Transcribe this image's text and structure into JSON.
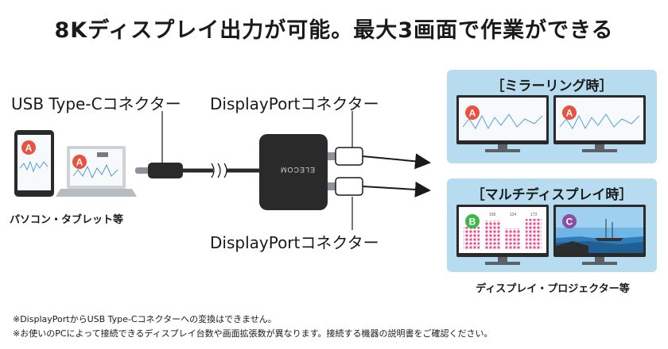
{
  "headline": "8Kディスプレイ出力が可能。最大3画面で作業ができる",
  "labels": {
    "usbc": "USB Type-Cコネクター",
    "dp_top": "DisplayPortコネクター",
    "dp_bottom": "DisplayPortコネクター",
    "source": "パソコン・タブレット等",
    "destination": "ディスプレイ・プロジェクター等"
  },
  "panels": {
    "mirror": "［ミラーリング時］",
    "multi": "［マルチディスプレイ時］"
  },
  "adapter_brand": "ELECOM",
  "badges": {
    "a": "A",
    "b": "B",
    "c": "C"
  },
  "bar_chart_labels": [
    "158",
    "124",
    "173"
  ],
  "notes": [
    "※DisplayPortからUSB Type-Cコネクターへの変換はできません。",
    "※お使いのPCによって接続できるディスプレイ台数や画面拡張数が異なります。接続する機器の説明書をご確認ください。"
  ],
  "colors": {
    "badge_a": "#e8533f",
    "badge_b": "#3fb54a",
    "badge_c": "#8a4fa3",
    "panel_bg": "#b8dcef",
    "adapter": "#2a2a2a"
  }
}
